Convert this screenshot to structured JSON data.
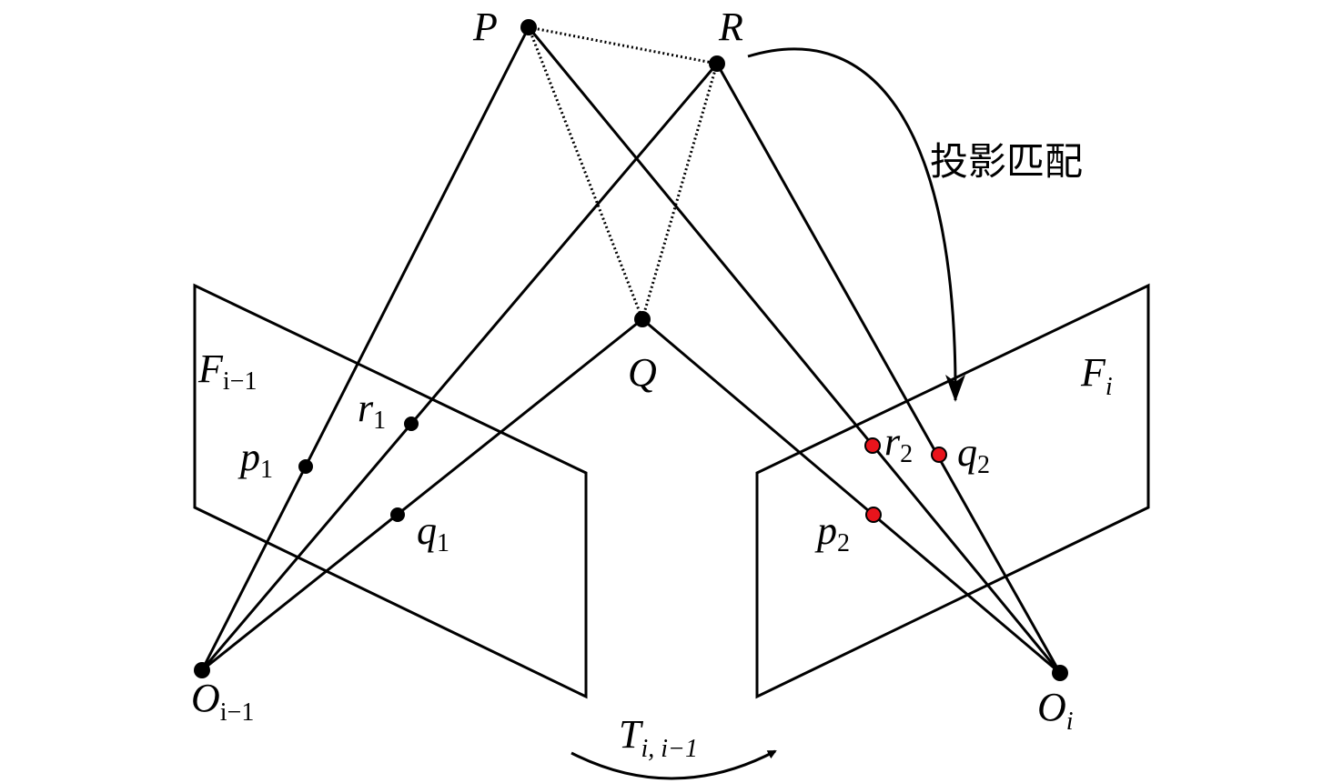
{
  "points": {
    "P": "P",
    "R": "R",
    "Q": "Q",
    "p1": {
      "main": "p",
      "sub": "1"
    },
    "r1": {
      "main": "r",
      "sub": "1"
    },
    "q1": {
      "main": "q",
      "sub": "1"
    },
    "p2": {
      "main": "p",
      "sub": "2"
    },
    "r2": {
      "main": "r",
      "sub": "2"
    },
    "q2": {
      "main": "q",
      "sub": "2"
    }
  },
  "frames": {
    "left": {
      "main": "F",
      "sub": "i−1"
    },
    "right": {
      "main": "F",
      "sub": "i"
    }
  },
  "origins": {
    "left": {
      "main": "O",
      "sub": "i−1"
    },
    "right": {
      "main": "O",
      "sub": "i"
    }
  },
  "transform": {
    "main": "T",
    "sub": "i, i−1"
  },
  "projection_label": "投影匹配",
  "colors": {
    "projected_point": "#e8141c",
    "line": "#000000"
  }
}
